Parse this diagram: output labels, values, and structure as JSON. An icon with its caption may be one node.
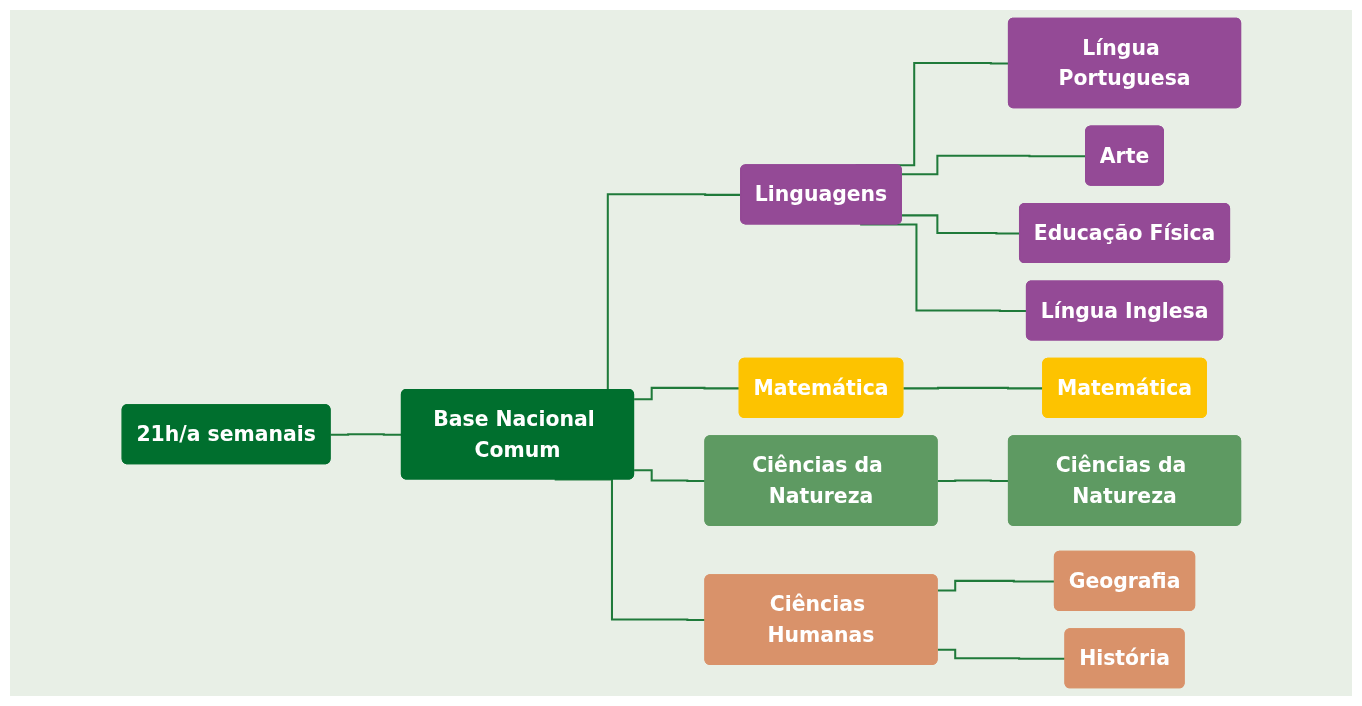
{
  "diagram": {
    "nodes": [
      {
        "text": [
          "21h/a semanais"
        ]
      },
      {
        "text": [
          "Base Nacional Comum"
        ]
      },
      {
        "text": [
          "Linguagens"
        ]
      },
      {
        "text": [
          "Matemática"
        ]
      },
      {
        "text": [
          "Ciências da Natureza"
        ]
      },
      {
        "text": [
          "Ciências Humanas"
        ]
      },
      {
        "text": [
          "Língua Portuguesa"
        ]
      },
      {
        "text": [
          "Arte"
        ]
      },
      {
        "text": [
          "Educação Física"
        ]
      },
      {
        "text": [
          "Língua Inglesa"
        ]
      },
      {
        "text": [
          "Matemática"
        ]
      },
      {
        "text": [
          "Ciências da Natureza"
        ]
      },
      {
        "text": [
          "Geografia"
        ]
      },
      {
        "text": [
          "História"
        ]
      }
    ],
    "edges": [
      {
        "from": 0,
        "to": 1,
        "arrow": "none"
      },
      {
        "from": 1,
        "to": 2,
        "arrow": "none"
      },
      {
        "from": 1,
        "to": 3,
        "arrow": "none"
      },
      {
        "from": 1,
        "to": 4,
        "arrow": "none"
      },
      {
        "from": 1,
        "to": 5,
        "arrow": "none"
      },
      {
        "from": 2,
        "to": 6,
        "arrow": "none"
      },
      {
        "from": 2,
        "to": 7,
        "arrow": "none"
      },
      {
        "from": 2,
        "to": 8,
        "arrow": "none"
      },
      {
        "from": 2,
        "to": 9,
        "arrow": "none"
      },
      {
        "from": 3,
        "to": 10,
        "arrow": "none"
      },
      {
        "from": 4,
        "to": 11,
        "arrow": "none"
      },
      {
        "from": 5,
        "to": 12,
        "arrow": "none"
      },
      {
        "from": 5,
        "to": 13,
        "arrow": "none"
      }
    ]
  }
}
